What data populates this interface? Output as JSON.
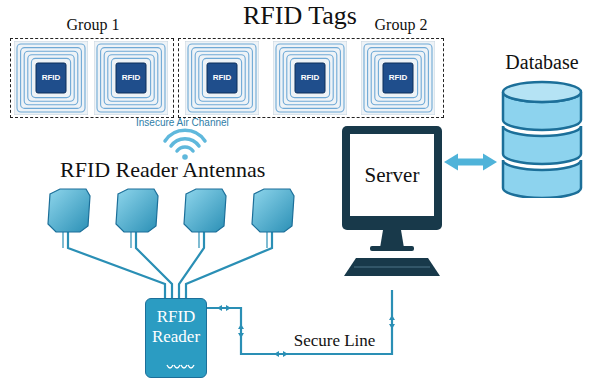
{
  "diagram": {
    "title": "RFID Tags",
    "nodes": [
      {
        "text": [
          "Group 1"
        ]
      },
      {
        "text": [
          "RFID"
        ],
        "in": 0
      },
      {
        "text": [
          "RFID"
        ],
        "in": 0
      },
      {
        "text": [
          "Group 2"
        ]
      },
      {
        "text": [
          "RFID"
        ],
        "in": 3
      },
      {
        "text": [
          "RFID"
        ],
        "in": 3
      },
      {
        "text": [
          "RFID"
        ],
        "in": 3
      },
      {
        "text": [
          "Database"
        ]
      },
      {
        "text": [
          "Server"
        ]
      },
      {
        "text": [
          "RFID Reader"
        ]
      }
    ],
    "edges": [
      {
        "from": 9,
        "to": 8,
        "label": "Secure Line",
        "arrow": "none"
      },
      {
        "from": 8,
        "to": 7,
        "arrow": "both"
      }
    ],
    "labels": [
      "Insecure Air Channel",
      "RFID Reader Antennas"
    ]
  }
}
